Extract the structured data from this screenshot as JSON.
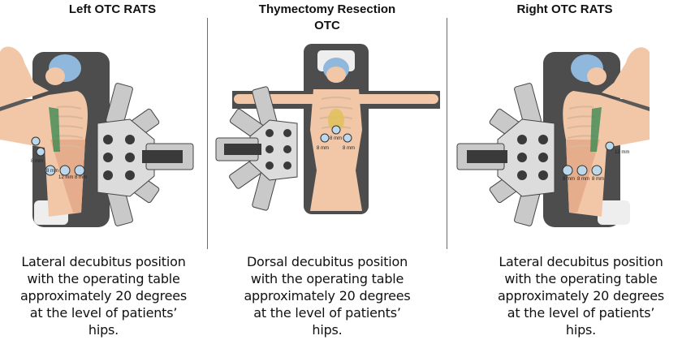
{
  "panels": [
    {
      "id": "left",
      "title": "Left OTC RATS",
      "caption_lines": [
        "Lateral decubitus position",
        "with the operating table",
        "approximately 20 degrees",
        "at the level of patients’",
        "hips."
      ],
      "port_labels": [
        "8 mm",
        "8 mm",
        "12 mm",
        "8 mm"
      ]
    },
    {
      "id": "center",
      "title_lines": [
        "Thymectomy Resection",
        "OTC"
      ],
      "caption_lines": [
        "Dorsal decubitus position",
        "with the operating table",
        "approximately 20 degrees",
        "at the level of patients’",
        "hips."
      ],
      "port_labels": [
        "8 mm",
        "8 mm",
        "8 mm"
      ]
    },
    {
      "id": "right",
      "title": "Right OTC RATS",
      "caption_lines": [
        "Lateral decubitus position",
        "with the operating table",
        "approximately 20 degrees",
        "at the level of patients’",
        "hips."
      ],
      "port_labels": [
        "12 mm",
        "8 mm",
        "8 mm",
        "8 mm"
      ]
    }
  ],
  "colors": {
    "skin": "#f2c7a8",
    "skin_shadow": "#e6ad8c",
    "table": "#4d4d4d",
    "cap": "#8fb8dc",
    "robot_arm": "#c9c9c9",
    "robot_dark": "#3a3a3a",
    "pillow": "#eeeeee",
    "port_green": "#1e9a3a",
    "divider": "#6b6b6b"
  },
  "icons": [
    "operating-table-icon",
    "patient-icon",
    "robot-cart-icon",
    "trocar-port-icon"
  ]
}
